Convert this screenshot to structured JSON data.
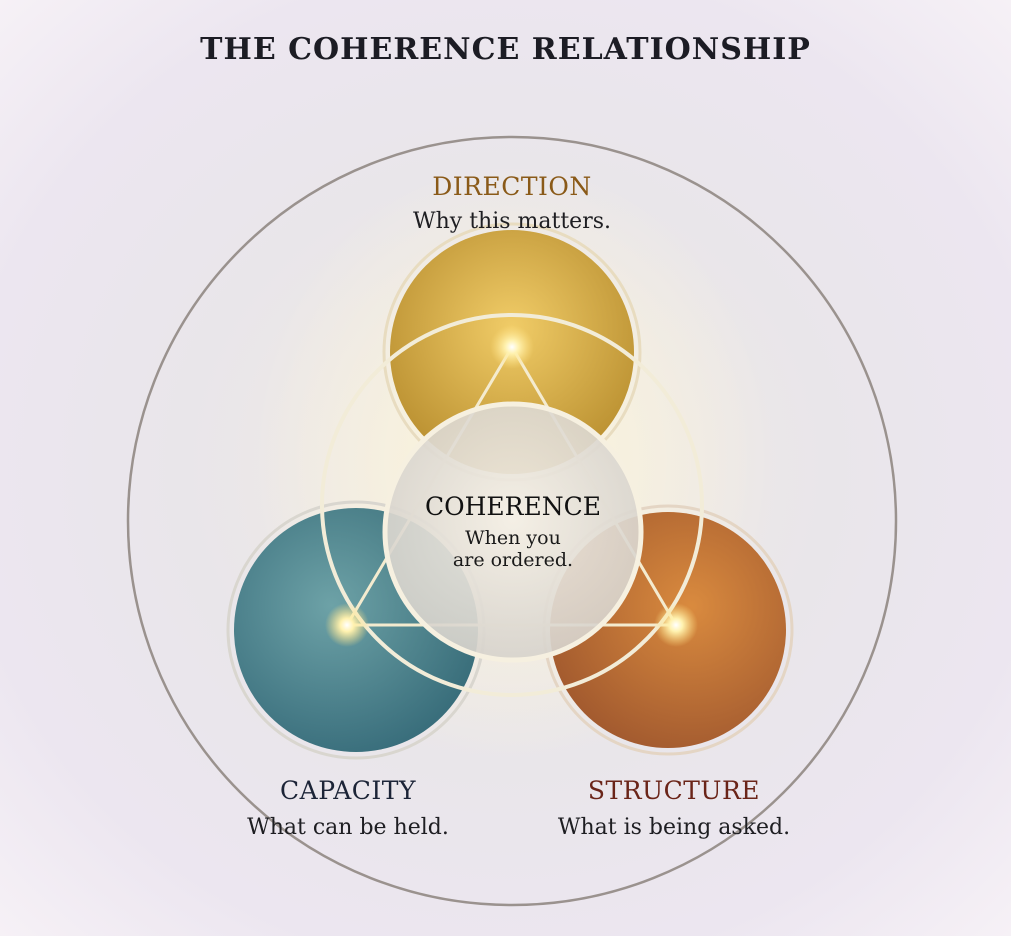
{
  "title": "THE COHERENCE RELATIONSHIP",
  "nodes": {
    "direction": {
      "label": "DIRECTION",
      "description": "Why this matters.",
      "color": "#c99a2a"
    },
    "capacity": {
      "label": "CAPACITY",
      "description": "What can be held.",
      "color": "#2f6e7a"
    },
    "structure": {
      "label": "STRUCTURE",
      "description": "What is being asked.",
      "color": "#b8621e"
    },
    "center": {
      "label": "COHERENCE",
      "line1": "When you",
      "line2": "are ordered."
    }
  },
  "label_colors": {
    "direction": "#8a5a18",
    "capacity": "#1c2437",
    "structure": "#6a2418"
  }
}
